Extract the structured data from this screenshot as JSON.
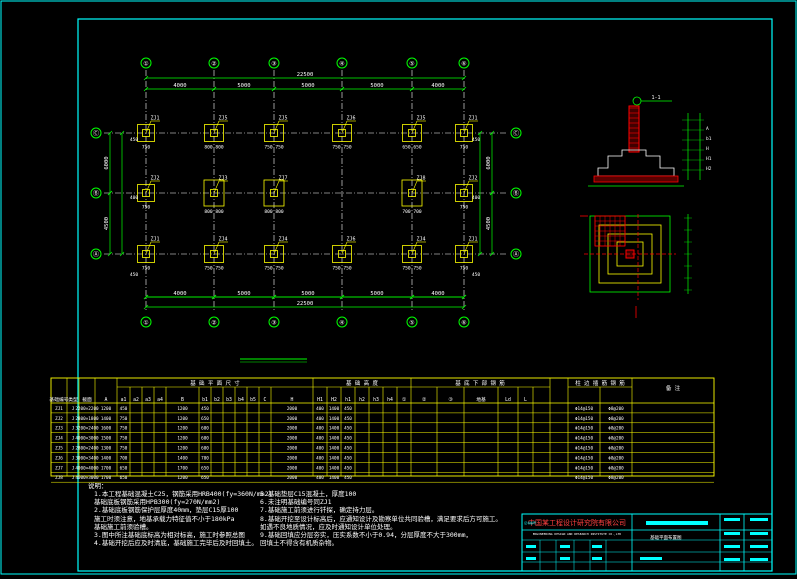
{
  "colors": {
    "background": "#000000",
    "frame": "#00ffff",
    "dimension": "#00ff00",
    "grid_axis": "#ffffff",
    "footing": "#ffff00",
    "column": "#ff0000",
    "text": "#ffffff",
    "table_line": "#ffff00",
    "title_text": "#ff4040"
  },
  "plan": {
    "axis_bubbles_top": [
      "①",
      "②",
      "③",
      "④",
      "⑤",
      "⑥"
    ],
    "axis_bubbles_bottom": [
      "①",
      "②",
      "③",
      "④",
      "⑤",
      "⑥"
    ],
    "axis_bubbles_left": [
      "Ⓒ",
      "Ⓑ",
      "Ⓐ"
    ],
    "axis_bubbles_right": [
      "Ⓒ",
      "Ⓑ",
      "Ⓐ"
    ],
    "top_total_dim": "22500",
    "bottom_total_dim": "22500",
    "top_spans": [
      "4000",
      "5000",
      "5000",
      "5000",
      "4000"
    ],
    "bottom_spans": [
      "4000",
      "5000",
      "5000",
      "5000",
      "4000"
    ],
    "left_spans": [
      "6000",
      "4500"
    ],
    "right_spans": [
      "6000",
      "4500"
    ],
    "row_c_labels": [
      "ZJ1",
      "ZJ5",
      "ZJ5",
      "ZJ6",
      "ZJ5",
      "ZJ1"
    ],
    "row_b_labels": [
      "ZJ2",
      "ZJ3",
      "ZJ7",
      "",
      "ZJ8",
      "ZJ2"
    ],
    "row_a_labels": [
      "ZJ1",
      "ZJ4",
      "ZJ4",
      "ZJ6",
      "ZJ4",
      "ZJ1"
    ],
    "row_c_dims": [
      "750",
      "800 800",
      "750 750",
      "750 750",
      "650 650",
      "750"
    ],
    "row_b_dims": [
      "750",
      "800 800",
      "800 800",
      "",
      "700 700",
      "750"
    ],
    "row_a_dims": [
      "750",
      "750 750",
      "750 750",
      "750 750",
      "750 750",
      "750"
    ],
    "edge_dims": [
      "450",
      "400",
      "450",
      "450",
      "400",
      "450"
    ]
  },
  "section": {
    "title": "1-1",
    "labels": [
      "A",
      "b1",
      "H",
      "H1",
      "H2"
    ]
  },
  "table": {
    "group_headers": [
      "基 础 平 面 尺 寸",
      "基 础 高 度",
      "基 底 下 部 钢 筋",
      "柱 边 插 筋 钢 筋",
      "备  注"
    ],
    "headers": [
      "基础编号",
      "类型",
      "截面",
      "A",
      "a1",
      "a2",
      "a3",
      "a4",
      "B",
      "b1",
      "b2",
      "b3",
      "b4",
      "b5",
      "C",
      "H",
      "H1",
      "H2",
      "h1",
      "h2",
      "h3",
      "h4",
      "①",
      "②",
      "③",
      "地基",
      "Ld",
      "L"
    ],
    "rows": [
      [
        "ZJ1",
        "J",
        "2200×2200",
        "1200",
        "450",
        "",
        "",
        "",
        "1200",
        "450",
        "",
        "",
        "",
        "",
        "",
        "2000",
        "400",
        "1400",
        "450",
        "",
        "",
        "",
        "",
        "",
        "",
        "",
        "",
        "",
        "Φ14@150",
        "Φ8@200"
      ],
      [
        "ZJ2",
        "J",
        "2800×1800",
        "1400",
        "750",
        "",
        "",
        "",
        "1200",
        "650",
        "",
        "",
        "",
        "",
        "",
        "2000",
        "400",
        "1400",
        "450",
        "",
        "",
        "",
        "",
        "",
        "",
        "",
        "",
        "",
        "Φ14@150",
        "Φ8@200"
      ],
      [
        "ZJ3",
        "J",
        "3200×2400",
        "1600",
        "750",
        "",
        "",
        "",
        "1200",
        "600",
        "",
        "",
        "",
        "",
        "",
        "2000",
        "400",
        "1400",
        "450",
        "",
        "",
        "",
        "",
        "",
        "",
        "",
        "",
        "",
        "Φ14@150",
        "Φ8@200"
      ],
      [
        "ZJ4",
        "J",
        "4000×3000",
        "1500",
        "750",
        "",
        "",
        "",
        "1200",
        "600",
        "",
        "",
        "",
        "",
        "",
        "2000",
        "400",
        "1400",
        "450",
        "",
        "",
        "",
        "",
        "",
        "",
        "",
        "",
        "",
        "Φ14@150",
        "Φ8@200"
      ],
      [
        "ZJ5",
        "J",
        "2800×2400",
        "1300",
        "750",
        "",
        "",
        "",
        "1200",
        "600",
        "",
        "",
        "",
        "",
        "",
        "2000",
        "400",
        "1400",
        "450",
        "",
        "",
        "",
        "",
        "",
        "",
        "",
        "",
        "",
        "Φ14@150",
        "Φ8@200"
      ],
      [
        "ZJ6",
        "J",
        "3000×3400",
        "1400",
        "700",
        "",
        "",
        "",
        "1400",
        "700",
        "",
        "",
        "",
        "",
        "",
        "2000",
        "400",
        "1400",
        "450",
        "",
        "",
        "",
        "",
        "",
        "",
        "",
        "",
        "",
        "Φ14@150",
        "Φ8@200"
      ],
      [
        "ZJ7",
        "J",
        "4000×4000",
        "1700",
        "650",
        "",
        "",
        "",
        "1700",
        "650",
        "",
        "",
        "",
        "",
        "",
        "2000",
        "400",
        "1400",
        "450",
        "",
        "",
        "",
        "",
        "",
        "",
        "",
        "",
        "",
        "Φ14@150",
        "Φ8@200"
      ],
      [
        "ZJ8",
        "J",
        "4000×3000",
        "1700",
        "650",
        "",
        "",
        "",
        "1200",
        "650",
        "",
        "",
        "",
        "",
        "",
        "2000",
        "400",
        "1400",
        "450",
        "",
        "",
        "",
        "",
        "",
        "",
        "",
        "",
        "",
        "Φ14@150",
        "Φ8@200"
      ]
    ]
  },
  "notes": {
    "heading": "说明：",
    "left": [
      "1.本工程基础混凝土C25，钢筋采用HRB400(fy=360N/mm2)",
      "   基础底板钢筋采用HPB300(fy=270N/mm2)",
      "2.基础底板钢筋保护层厚度40mm，垫层C15厚100",
      "   施工时须注意，地基承载力特征值不小于180kPa",
      "   基础施工前须验槽。",
      "3.图中所注基础底标高为相对标高，施工时参照总图",
      "4.基础开挖后应及时清底，基础施工完毕后及时回填土。"
    ],
    "right": [
      "5.基础垫层C15混凝土，厚度100",
      "6.未注明基础编号同ZJ1",
      "7.基础施工前须进行钎探，确定持力层。",
      "8.基础开挖至设计标高后，应通知设计及勘察单位共同验槽，满足要求后方可施工。",
      "   如遇不良地质情况，应及时通知设计单位处理。",
      "9.基础回填应分层夯实，压实系数不小于0.94，分层厚度不大于300mm，",
      "   回填土不得含有机质杂物。"
    ]
  },
  "titleblock": {
    "company": "中国某工程设计研究院有限公司",
    "company_en": "ENGINEERING DESIGN AND RESEARCH INSTITUTE CO.,LTD",
    "drawing_name": "基础平面布置图",
    "cert": "证书编号"
  }
}
